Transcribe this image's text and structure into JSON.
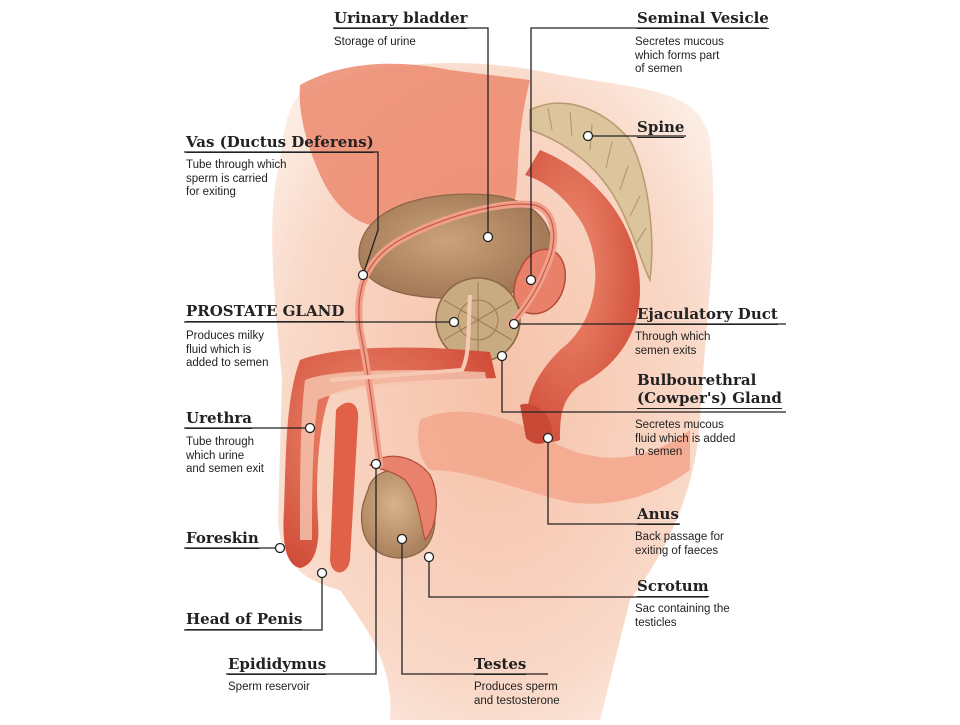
{
  "labels": {
    "urinary_bladder": {
      "title": "Urinary bladder",
      "desc": "Storage of urine"
    },
    "seminal_vesicle": {
      "title": "Seminal Vesicle",
      "desc": "Secretes mucous\nwhich forms part\nof semen"
    },
    "vas_deferens": {
      "title": "Vas (Ductus Deferens)",
      "desc": "Tube through which\nsperm is carried\nfor exiting"
    },
    "spine": {
      "title": "Spine",
      "desc": ""
    },
    "prostate_gland": {
      "title": "PROSTATE GLAND",
      "desc": "Produces milky\nfluid which is\nadded to semen"
    },
    "ejaculatory_duct": {
      "title": "Ejaculatory Duct",
      "desc": "Through which\nsemen exits"
    },
    "bulbourethral_gland": {
      "title": "Bulbourethral\n(Cowper's) Gland",
      "desc": "Secretes mucous\nfluid which is added\nto semen"
    },
    "urethra": {
      "title": "Urethra",
      "desc": "Tube through\nwhich urine\nand semen exit"
    },
    "anus": {
      "title": "Anus",
      "desc": "Back passage for\nexiting of faeces"
    },
    "foreskin": {
      "title": "Foreskin",
      "desc": ""
    },
    "scrotum": {
      "title": "Scrotum",
      "desc": "Sac containing the\ntesticles"
    },
    "head_of_penis": {
      "title": "Head of Penis",
      "desc": ""
    },
    "epididymus": {
      "title": "Epididymus",
      "desc": "Sperm reservoir"
    },
    "testes": {
      "title": "Testes",
      "desc": "Produces sperm\nand testosterone"
    }
  },
  "colors": {
    "tissue_light": "#fbe3d6",
    "tissue_mid": "#f4b59a",
    "tissue_dark": "#e0705a",
    "muscle": "#d95a44",
    "bladder": "#b98c64",
    "spine": "#d9c4a0",
    "leader": "#222222"
  }
}
